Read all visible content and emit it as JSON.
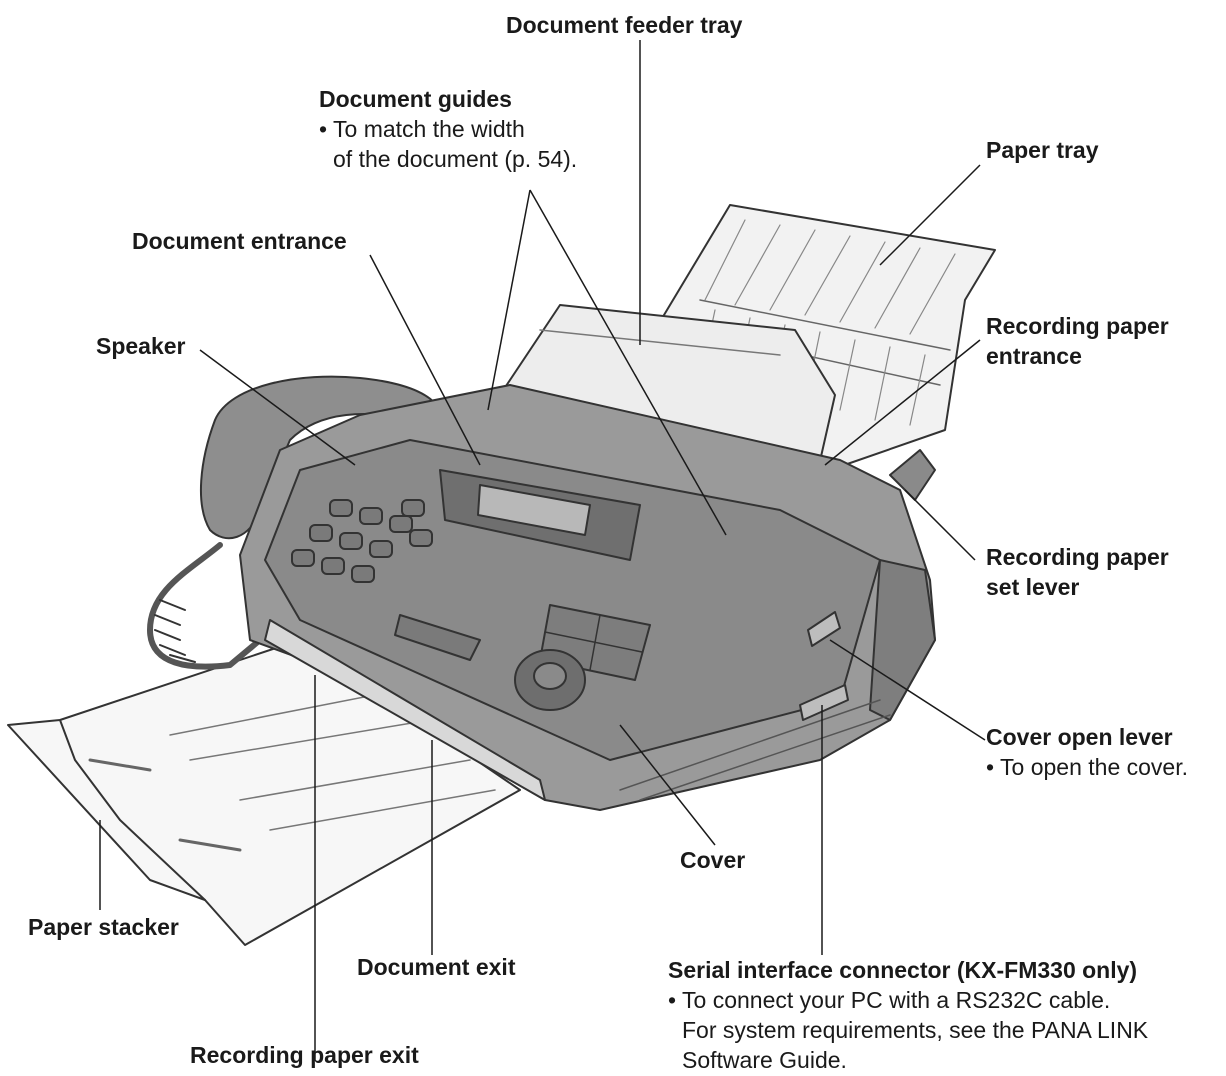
{
  "labels": {
    "document_feeder_tray": {
      "title": "Document feeder tray"
    },
    "document_guides": {
      "title": "Document guides",
      "note_line1": "• To match the width",
      "note_line2": "of the document (p. 54)."
    },
    "paper_tray": {
      "title": "Paper tray"
    },
    "document_entrance": {
      "title": "Document entrance"
    },
    "speaker": {
      "title": "Speaker"
    },
    "recording_paper_entrance": {
      "title_line1": "Recording paper",
      "title_line2": "entrance"
    },
    "recording_paper_set_lever": {
      "title_line1": "Recording paper",
      "title_line2": "set lever"
    },
    "cover_open_lever": {
      "title": "Cover open lever",
      "note": "• To open the cover."
    },
    "cover": {
      "title": "Cover"
    },
    "paper_stacker": {
      "title": "Paper stacker"
    },
    "document_exit": {
      "title": "Document exit"
    },
    "serial_interface_connector": {
      "title": "Serial interface connector (KX-FM330 only)",
      "note_line1": "• To connect your PC with a RS232C cable.",
      "note_line2": "For system requirements, see the PANA LINK",
      "note_line3": "Software Guide."
    },
    "recording_paper_exit": {
      "title": "Recording paper exit"
    }
  }
}
